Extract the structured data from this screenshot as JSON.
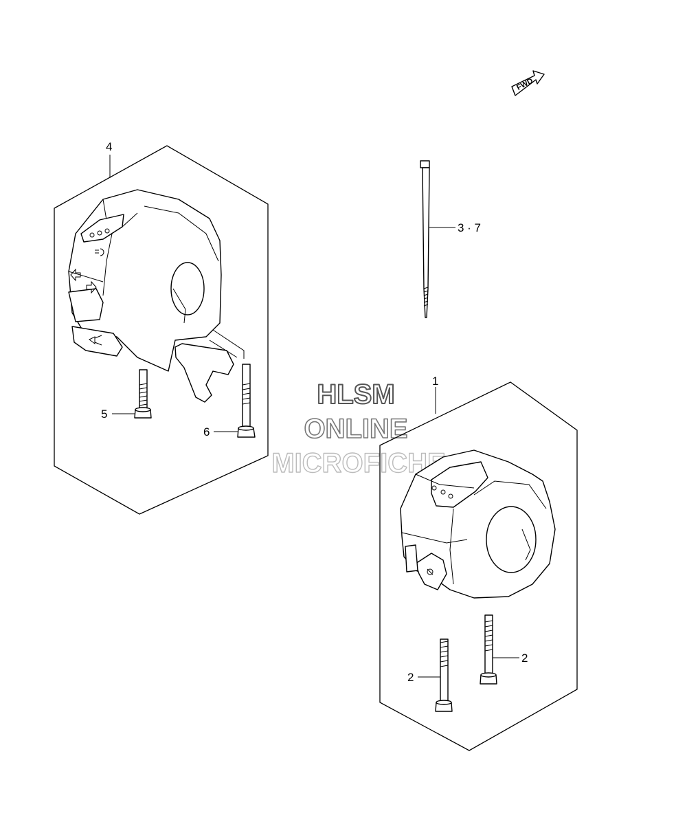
{
  "callouts": {
    "c4": "4",
    "c37": "3 · 7",
    "c1": "1",
    "c5": "5",
    "c6": "6",
    "c2a": "2",
    "c2b": "2"
  },
  "fwd_arrow_label": "FWD",
  "watermark": {
    "line1": "HLSM",
    "line2": "ONLINE",
    "line3": "MICROFICHE"
  },
  "colors": {
    "line": "#000000",
    "background": "#ffffff",
    "watermark_line1": "#555555",
    "watermark_line2": "#777777",
    "watermark_line3": "#bbbbbb"
  },
  "icons": [
    "fwd-arrow-icon",
    "headlight-icon",
    "turn-signal-left-icon",
    "turn-signal-right-icon",
    "horn-icon",
    "starter-icon"
  ]
}
